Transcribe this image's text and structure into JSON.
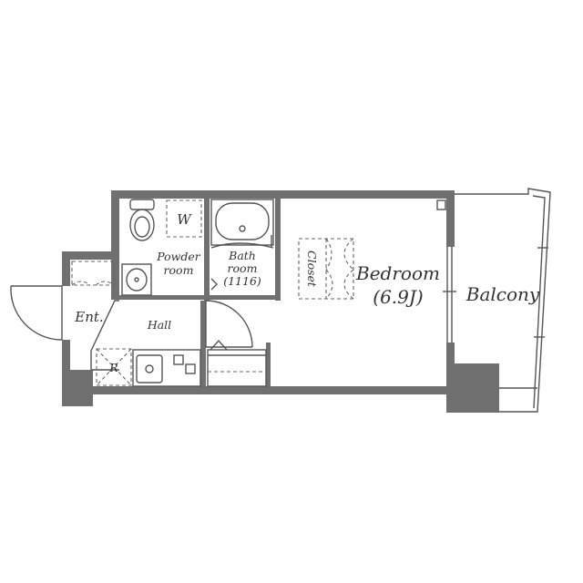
{
  "rooms": {
    "powder_room": [
      "Powder",
      "room"
    ],
    "bath_room": [
      "Bath",
      "room",
      "(1116)"
    ],
    "bedroom": [
      "Bedroom",
      "(6.9J)"
    ],
    "balcony": "Balcony",
    "hall": "Hall",
    "entrance": "Ent.",
    "closet": "Closet"
  },
  "fixtures": {
    "washer": "W",
    "fridge": "R"
  },
  "colors": {
    "wall": "#707070",
    "line": "#555555",
    "text": "#333333"
  }
}
